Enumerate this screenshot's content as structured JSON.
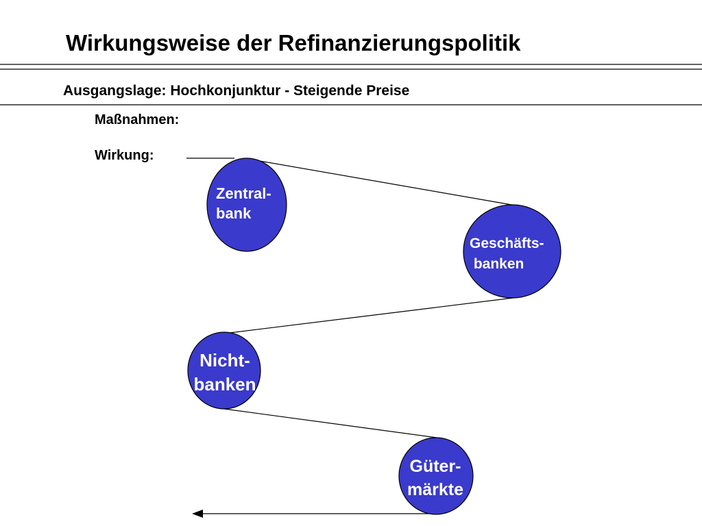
{
  "header": {
    "title": "Wirkungsweise der Refinanzierungspolitik",
    "situation": "Ausgangslage: Hochkonjunktur - Steigende Preise"
  },
  "labels": {
    "measures": "Maßnahmen:",
    "effect": "Wirkung:"
  },
  "nodes": {
    "zentralbank": "Zentral-\nbank",
    "geschaeftsbanken": "Geschäfts-\n banken",
    "nichtbanken": "Nicht-\nbanken",
    "gueter_maerkte": "Güter-\nmärkte"
  },
  "colors": {
    "node_fill": "#3a3acc",
    "node_stroke": "#000000",
    "node_text": "#ffffff",
    "lines": "#000000"
  }
}
